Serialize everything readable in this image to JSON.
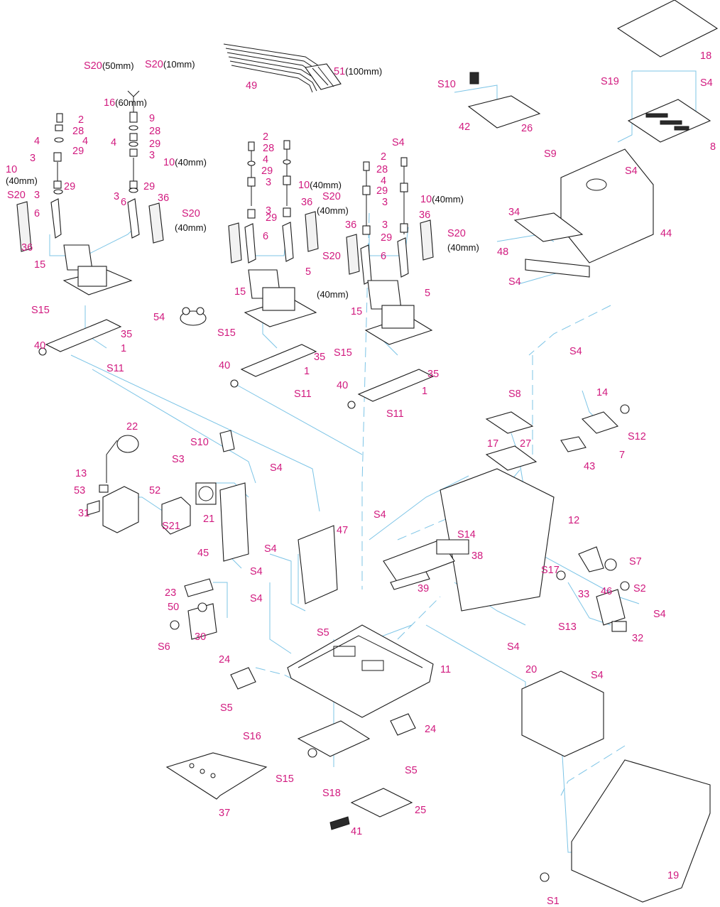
{
  "labels": [
    {
      "id": "S20a",
      "text": "S20",
      "note": "(50mm)"
    },
    {
      "id": "S20b",
      "text": "S20",
      "note": "(10mm)"
    },
    {
      "id": "49",
      "text": "49"
    },
    {
      "id": "51",
      "text": "51",
      "note": "(100mm)"
    },
    {
      "id": "16",
      "text": "16",
      "note": "(60mm)"
    },
    {
      "id": "2a",
      "text": "2"
    },
    {
      "id": "28a",
      "text": "28"
    },
    {
      "id": "4a",
      "text": "4"
    },
    {
      "id": "4b",
      "text": "4"
    },
    {
      "id": "29a",
      "text": "29"
    },
    {
      "id": "3a",
      "text": "3"
    },
    {
      "id": "10a",
      "text": "10"
    },
    {
      "id": "40mm_a",
      "text": "(40mm)"
    },
    {
      "id": "3b",
      "text": "3"
    },
    {
      "id": "29b",
      "text": "29"
    },
    {
      "id": "6a",
      "text": "6"
    },
    {
      "id": "S20c",
      "text": "S20"
    },
    {
      "id": "36a",
      "text": "36"
    },
    {
      "id": "9",
      "text": "9"
    },
    {
      "id": "28b",
      "text": "28"
    },
    {
      "id": "4c",
      "text": "4"
    },
    {
      "id": "29c",
      "text": "29"
    },
    {
      "id": "3c",
      "text": "3"
    },
    {
      "id": "10b",
      "text": "10",
      "note": "(40mm)"
    },
    {
      "id": "3d",
      "text": "3"
    },
    {
      "id": "29d",
      "text": "29"
    },
    {
      "id": "6b",
      "text": "6"
    },
    {
      "id": "36b",
      "text": "36"
    },
    {
      "id": "S20d",
      "text": "S20"
    },
    {
      "id": "40mm_d",
      "text": "(40mm)"
    },
    {
      "id": "15a",
      "text": "15"
    },
    {
      "id": "S15a",
      "text": "S15"
    },
    {
      "id": "35a",
      "text": "35"
    },
    {
      "id": "40a",
      "text": "40"
    },
    {
      "id": "1a",
      "text": "1"
    },
    {
      "id": "S11a",
      "text": "S11"
    },
    {
      "id": "2b",
      "text": "2"
    },
    {
      "id": "28c",
      "text": "28"
    },
    {
      "id": "4d",
      "text": "4"
    },
    {
      "id": "29e",
      "text": "29"
    },
    {
      "id": "3e",
      "text": "3"
    },
    {
      "id": "10c",
      "text": "10",
      "note": "(40mm)"
    },
    {
      "id": "3f",
      "text": "3"
    },
    {
      "id": "29f",
      "text": "29"
    },
    {
      "id": "6c",
      "text": "6"
    },
    {
      "id": "36c",
      "text": "36"
    },
    {
      "id": "S20e",
      "text": "S20"
    },
    {
      "id": "40mm_e",
      "text": "(40mm)"
    },
    {
      "id": "15b",
      "text": "15"
    },
    {
      "id": "5a",
      "text": "5"
    },
    {
      "id": "54",
      "text": "54"
    },
    {
      "id": "S15b",
      "text": "S15"
    },
    {
      "id": "35b",
      "text": "35"
    },
    {
      "id": "40b",
      "text": "40"
    },
    {
      "id": "1b",
      "text": "1"
    },
    {
      "id": "S11b",
      "text": "S11"
    },
    {
      "id": "S4a",
      "text": "S4"
    },
    {
      "id": "2c",
      "text": "2"
    },
    {
      "id": "28d",
      "text": "28"
    },
    {
      "id": "4e",
      "text": "4"
    },
    {
      "id": "29g",
      "text": "29"
    },
    {
      "id": "3g",
      "text": "3"
    },
    {
      "id": "10d",
      "text": "10",
      "note": "(40mm)"
    },
    {
      "id": "3h",
      "text": "3"
    },
    {
      "id": "29h",
      "text": "29"
    },
    {
      "id": "6d",
      "text": "6"
    },
    {
      "id": "36d",
      "text": "36"
    },
    {
      "id": "36e",
      "text": "36"
    },
    {
      "id": "S20f",
      "text": "S20"
    },
    {
      "id": "40mm_f",
      "text": "(40mm)"
    },
    {
      "id": "S20g",
      "text": "S20"
    },
    {
      "id": "40mm_g",
      "text": "(40mm)"
    },
    {
      "id": "15c",
      "text": "15"
    },
    {
      "id": "5b",
      "text": "5"
    },
    {
      "id": "S15c",
      "text": "S15"
    },
    {
      "id": "35c",
      "text": "35"
    },
    {
      "id": "40c",
      "text": "40"
    },
    {
      "id": "1c",
      "text": "1"
    },
    {
      "id": "S11c",
      "text": "S11"
    },
    {
      "id": "S10a",
      "text": "S10"
    },
    {
      "id": "42",
      "text": "42"
    },
    {
      "id": "26",
      "text": "26"
    },
    {
      "id": "S9",
      "text": "S9"
    },
    {
      "id": "18",
      "text": "18"
    },
    {
      "id": "S19",
      "text": "S19"
    },
    {
      "id": "S4b",
      "text": "S4"
    },
    {
      "id": "8",
      "text": "8"
    },
    {
      "id": "S4c",
      "text": "S4"
    },
    {
      "id": "34",
      "text": "34"
    },
    {
      "id": "44",
      "text": "44"
    },
    {
      "id": "48",
      "text": "48"
    },
    {
      "id": "S4d",
      "text": "S4"
    },
    {
      "id": "S4e",
      "text": "S4"
    },
    {
      "id": "S8",
      "text": "S8"
    },
    {
      "id": "14",
      "text": "14"
    },
    {
      "id": "S12",
      "text": "S12"
    },
    {
      "id": "17",
      "text": "17"
    },
    {
      "id": "27",
      "text": "27"
    },
    {
      "id": "7",
      "text": "7"
    },
    {
      "id": "43",
      "text": "43"
    },
    {
      "id": "22",
      "text": "22"
    },
    {
      "id": "S10b",
      "text": "S10"
    },
    {
      "id": "13",
      "text": "13"
    },
    {
      "id": "S3",
      "text": "S3"
    },
    {
      "id": "S4f",
      "text": "S4"
    },
    {
      "id": "53",
      "text": "53"
    },
    {
      "id": "52",
      "text": "52"
    },
    {
      "id": "21",
      "text": "21"
    },
    {
      "id": "31",
      "text": "31"
    },
    {
      "id": "S21",
      "text": "S21"
    },
    {
      "id": "45",
      "text": "45"
    },
    {
      "id": "S4g",
      "text": "S4"
    },
    {
      "id": "47",
      "text": "47"
    },
    {
      "id": "S4h",
      "text": "S4"
    },
    {
      "id": "S14",
      "text": "S14"
    },
    {
      "id": "12",
      "text": "12"
    },
    {
      "id": "S4i",
      "text": "S4"
    },
    {
      "id": "S4j",
      "text": "S4"
    },
    {
      "id": "23",
      "text": "23"
    },
    {
      "id": "50",
      "text": "50"
    },
    {
      "id": "S6",
      "text": "S6"
    },
    {
      "id": "30",
      "text": "30"
    },
    {
      "id": "38",
      "text": "38"
    },
    {
      "id": "39",
      "text": "39"
    },
    {
      "id": "S7",
      "text": "S7"
    },
    {
      "id": "S17",
      "text": "S17"
    },
    {
      "id": "33",
      "text": "33"
    },
    {
      "id": "S2",
      "text": "S2"
    },
    {
      "id": "46",
      "text": "46"
    },
    {
      "id": "S13",
      "text": "S13"
    },
    {
      "id": "S4k",
      "text": "S4"
    },
    {
      "id": "32",
      "text": "32"
    },
    {
      "id": "S4l",
      "text": "S4"
    },
    {
      "id": "S5a",
      "text": "S5"
    },
    {
      "id": "11",
      "text": "11"
    },
    {
      "id": "24a",
      "text": "24"
    },
    {
      "id": "S5b",
      "text": "S5"
    },
    {
      "id": "S16",
      "text": "S16"
    },
    {
      "id": "24b",
      "text": "24"
    },
    {
      "id": "20",
      "text": "20"
    },
    {
      "id": "S4m",
      "text": "S4"
    },
    {
      "id": "S5c",
      "text": "S5"
    },
    {
      "id": "S15d",
      "text": "S15"
    },
    {
      "id": "37",
      "text": "37"
    },
    {
      "id": "S18",
      "text": "S18"
    },
    {
      "id": "25",
      "text": "25"
    },
    {
      "id": "41",
      "text": "41"
    },
    {
      "id": "19",
      "text": "19"
    },
    {
      "id": "S1",
      "text": "S1"
    }
  ]
}
